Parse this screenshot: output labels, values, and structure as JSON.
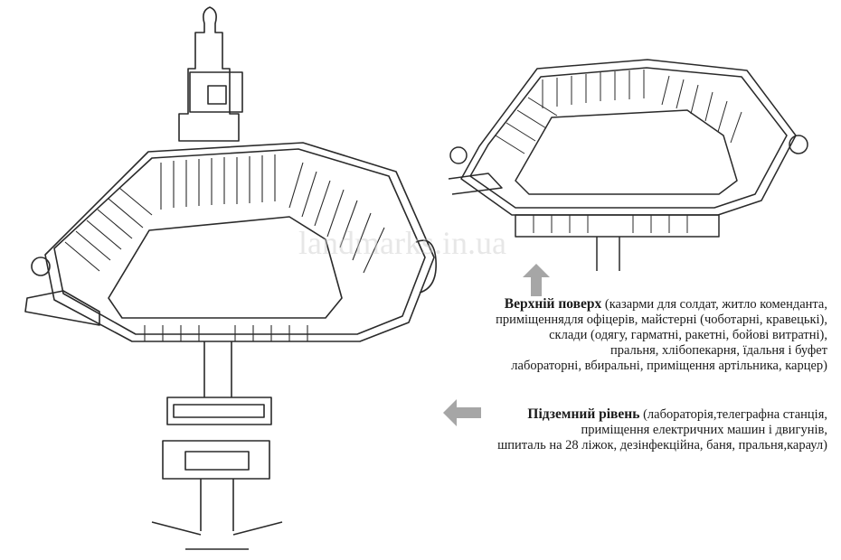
{
  "watermark": "landmarks.in.ua",
  "upper_floor": {
    "title": "Верхній поверх",
    "lines": [
      "(казарми для солдат, житло коменданта,",
      "приміщеннядля офіцерів, майстерні (чоботарні, кравецькі),",
      "склади (одягу, гарматні, ракетні, бойові витратні),",
      "пральня, хлібопекарня, їдальня і буфет",
      "лабораторні, вбиральні, приміщення артільника, карцер)"
    ]
  },
  "underground": {
    "title": "Підземний рівень",
    "lines": [
      "(лабораторія,телеграфна станція,",
      "приміщення електричних машин і двигунів,",
      "шпиталь на 28 ліжок, дезінфекційна, баня, пральня,караул)"
    ]
  },
  "colors": {
    "ink": "#2a2a2a",
    "arrow": "#a6a6a6"
  }
}
